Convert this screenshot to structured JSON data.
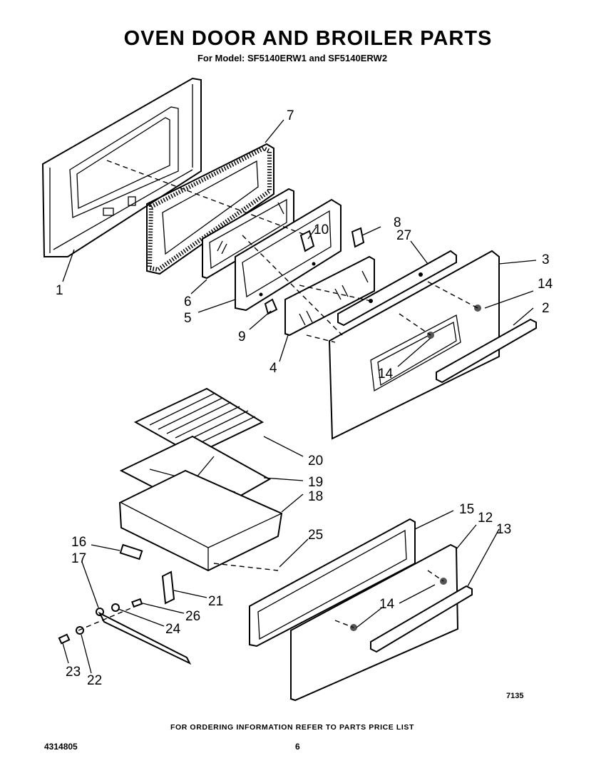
{
  "title": "OVEN DOOR AND BROILER PARTS",
  "subtitle": "For Model: SF5140ERW1 and SF5140ERW2",
  "diagram_code": "7135",
  "footer_note": "FOR ORDERING INFORMATION REFER TO PARTS PRICE LIST",
  "doc_number": "4314805",
  "page_number": "6",
  "callouts": [
    "1",
    "2",
    "3",
    "4",
    "5",
    "6",
    "7",
    "8",
    "9",
    "10",
    "14",
    "14",
    "14",
    "27",
    "20",
    "19",
    "18",
    "25",
    "16",
    "17",
    "15",
    "12",
    "13",
    "21",
    "26",
    "24",
    "23",
    "22"
  ]
}
